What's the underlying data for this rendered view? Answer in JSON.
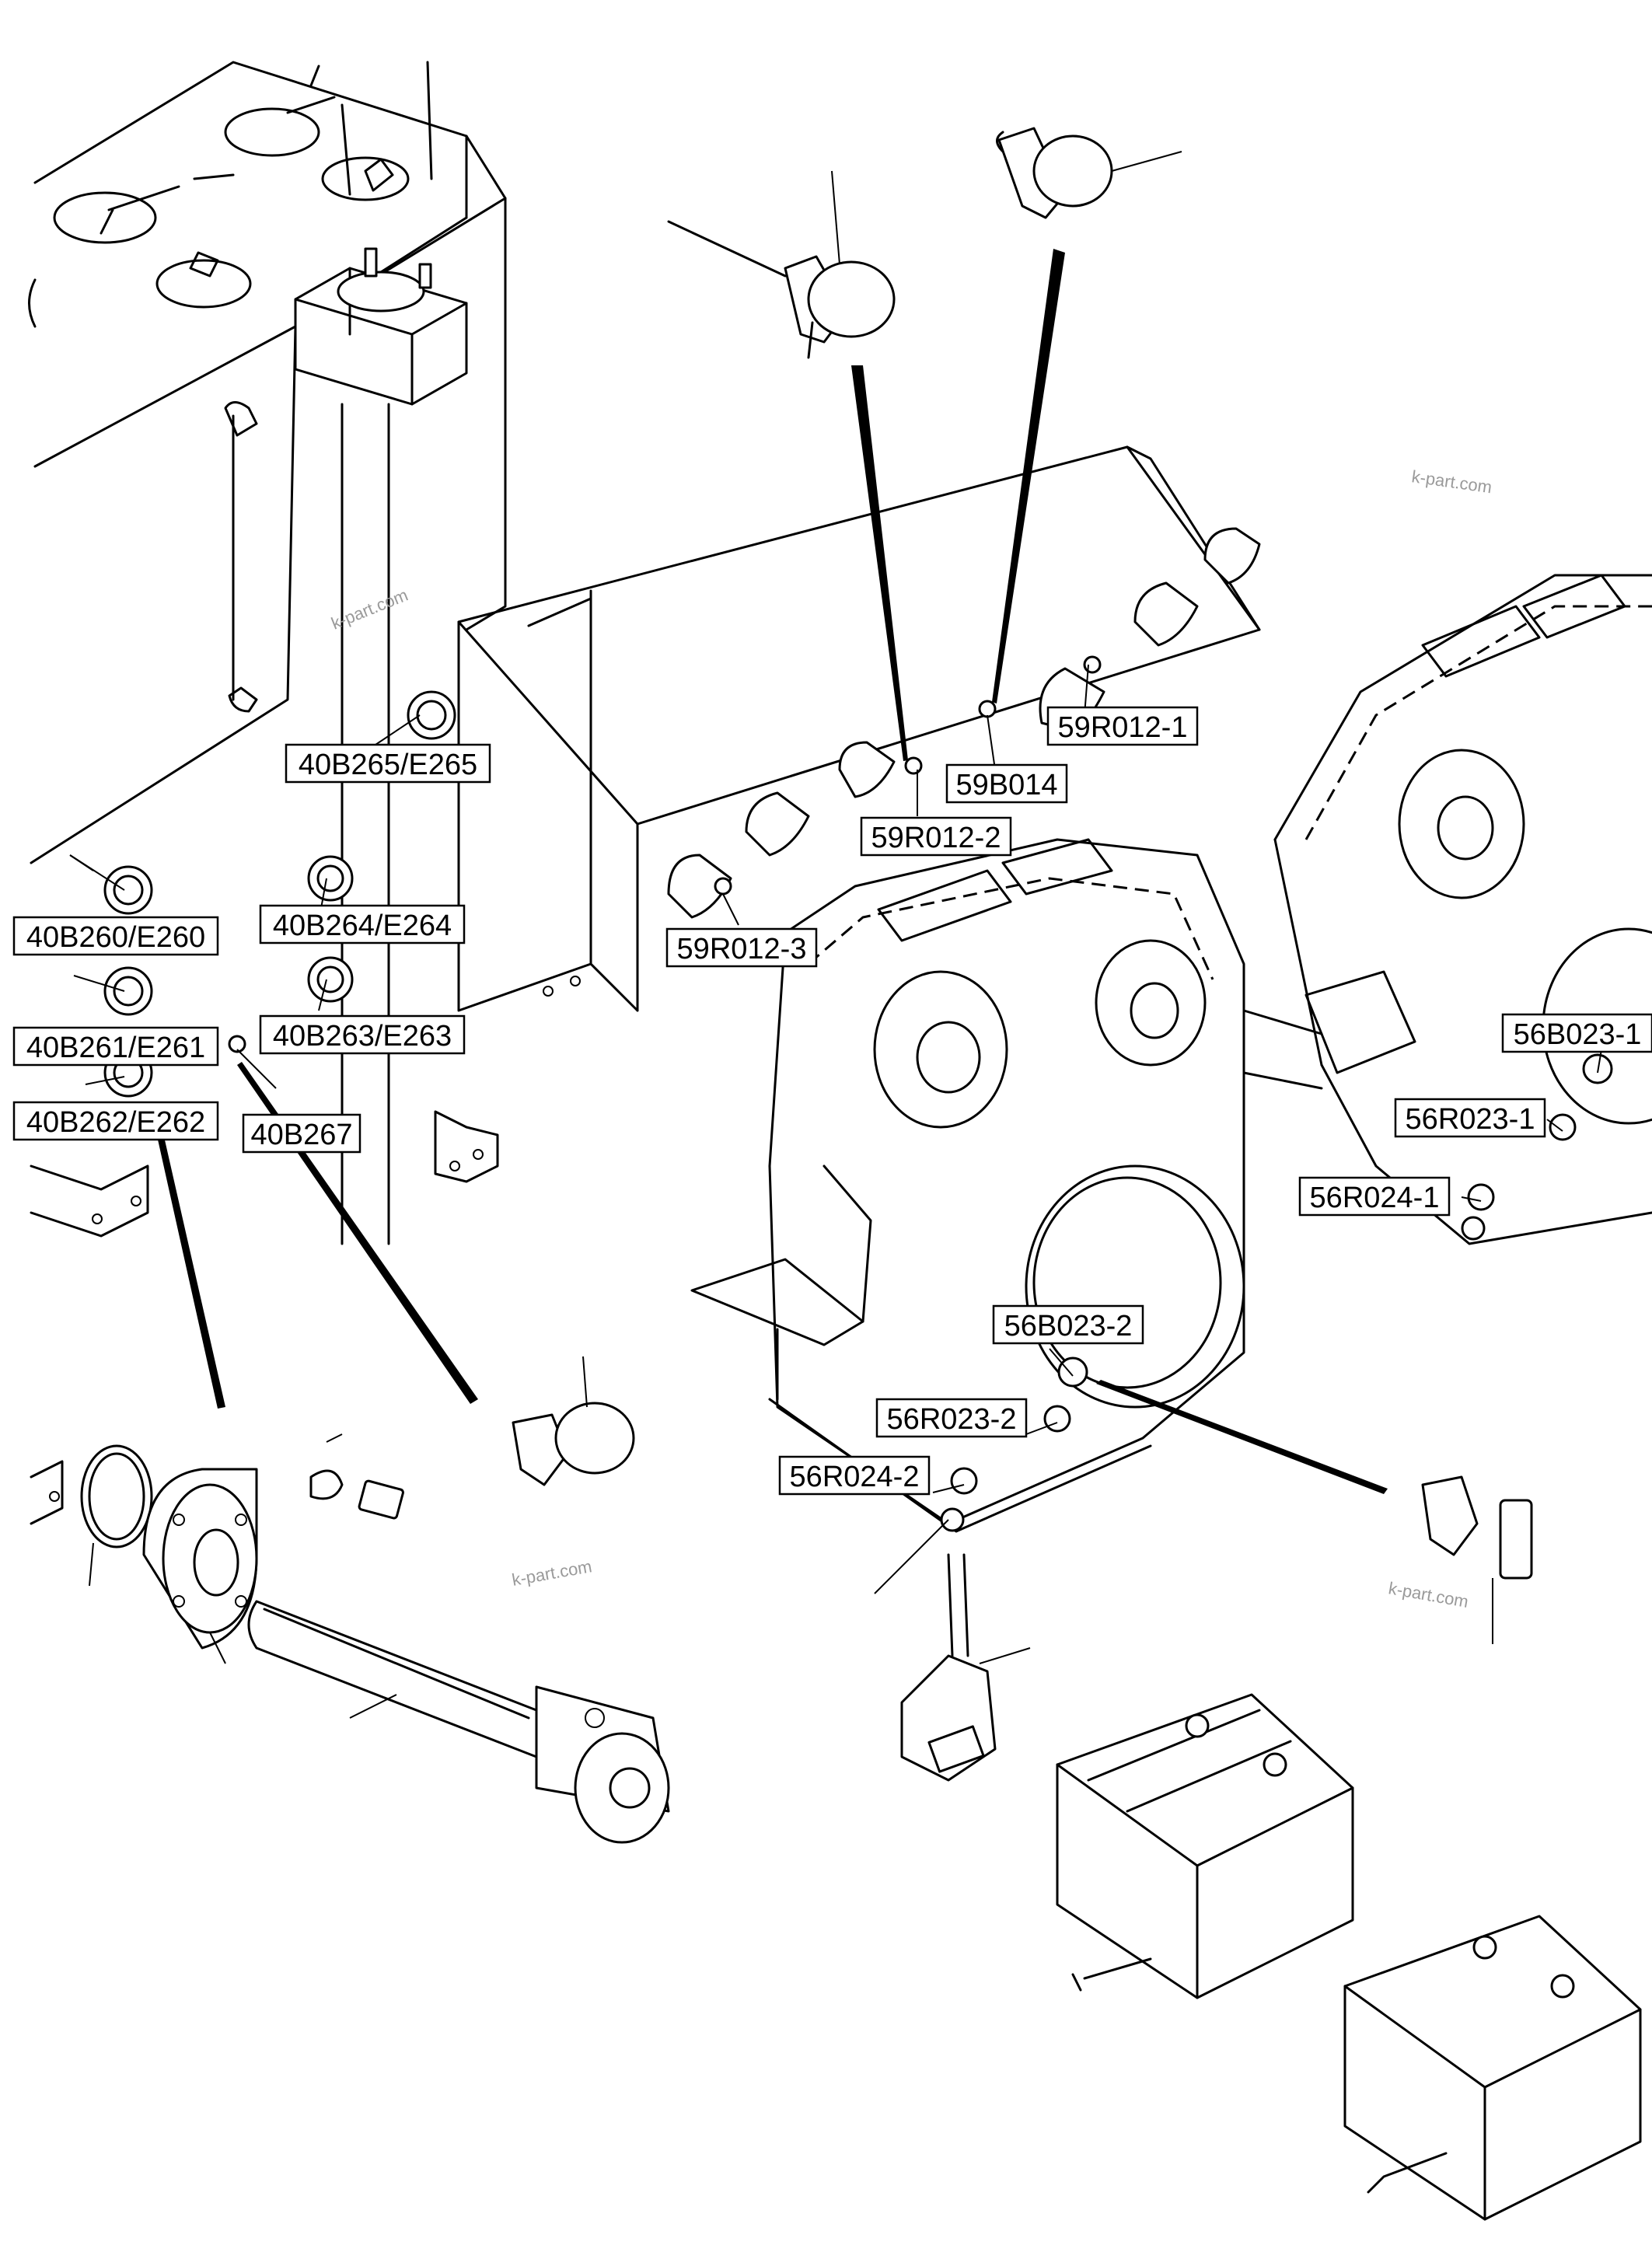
{
  "diagram": {
    "callouts": [
      {
        "id": "c-40B265",
        "text": "40B265/E265"
      },
      {
        "id": "c-40B260",
        "text": "40B260/E260"
      },
      {
        "id": "c-40B264",
        "text": "40B264/E264"
      },
      {
        "id": "c-40B261",
        "text": "40B261/E261"
      },
      {
        "id": "c-40B263",
        "text": "40B263/E263"
      },
      {
        "id": "c-40B262",
        "text": "40B262/E262"
      },
      {
        "id": "c-40B267",
        "text": "40B267"
      },
      {
        "id": "c-59R012-1",
        "text": "59R012-1"
      },
      {
        "id": "c-59B014",
        "text": "59B014"
      },
      {
        "id": "c-59R012-2",
        "text": "59R012-2"
      },
      {
        "id": "c-59R012-3",
        "text": "59R012-3"
      },
      {
        "id": "c-56B023-1",
        "text": "56B023-1"
      },
      {
        "id": "c-56R023-1",
        "text": "56R023-1"
      },
      {
        "id": "c-56R024-1",
        "text": "56R024-1"
      },
      {
        "id": "c-56B023-2",
        "text": "56B023-2"
      },
      {
        "id": "c-56R023-2",
        "text": "56R023-2"
      },
      {
        "id": "c-56R024-2",
        "text": "56R024-2"
      }
    ],
    "watermarks": [
      "k-part.com",
      "k-part.com",
      "k-part.com",
      "k-part.com"
    ]
  }
}
